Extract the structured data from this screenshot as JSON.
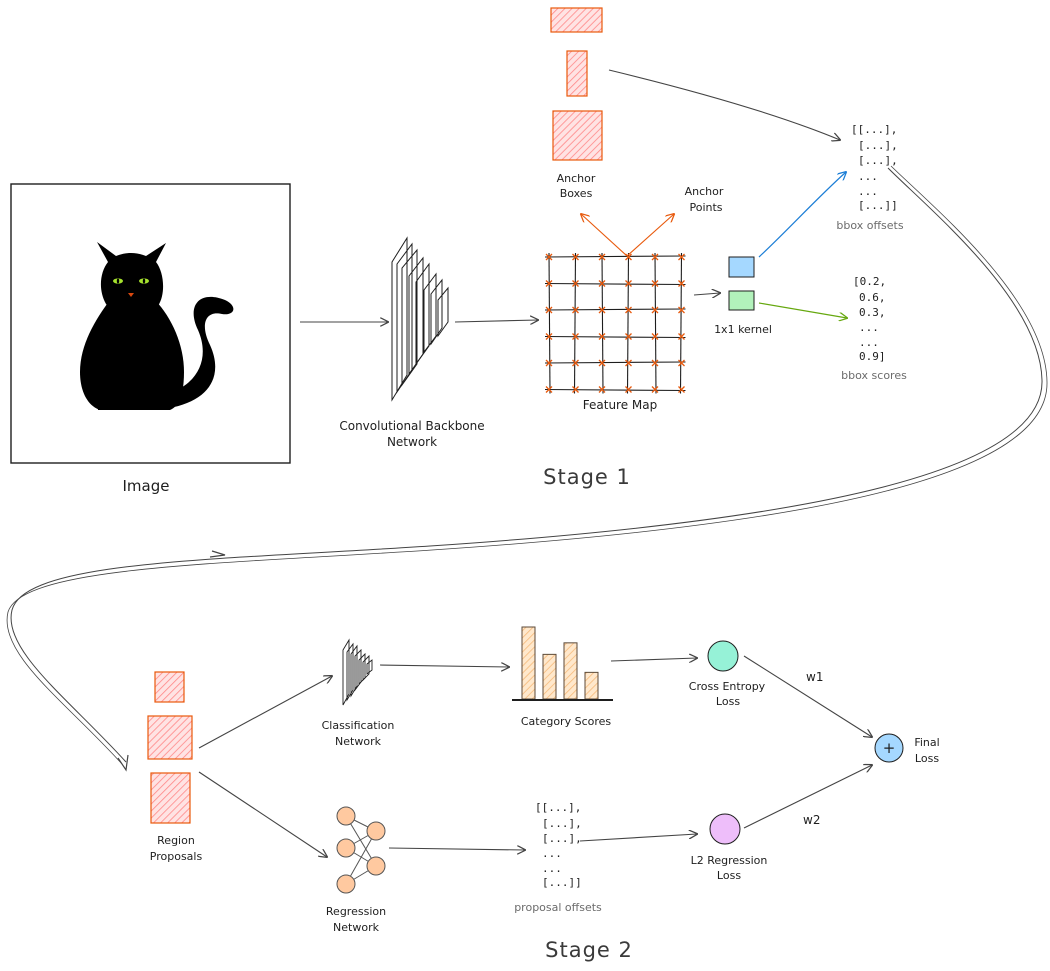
{
  "image_label": "Image",
  "backbone_label": [
    "Convolutional Backbone",
    "Network"
  ],
  "feature_map_label": "Feature Map",
  "anchor_boxes_label": [
    "Anchor",
    "Boxes"
  ],
  "anchor_points_label": [
    "Anchor",
    "Points"
  ],
  "kernel_label": "1x1 kernel",
  "bbox_offsets_lines": [
    "[[...],",
    "[...],",
    "[...],",
    "...",
    "...",
    "[...]]"
  ],
  "bbox_offsets_caption": "bbox offsets",
  "bbox_scores_lines": [
    "[0.2,",
    "0.6,",
    "0.3,",
    "...",
    "...",
    "0.9]"
  ],
  "bbox_scores_caption": "bbox scores",
  "stage1_label": "Stage 1",
  "stage2_label": "Stage 2",
  "region_proposals_label": [
    "Region",
    "Proposals"
  ],
  "classification_label": [
    "Classification",
    "Network"
  ],
  "regression_label": [
    "Regression",
    "Network"
  ],
  "category_scores_label": "Category Scores",
  "category_scores": [
    1.0,
    0.62,
    0.78,
    0.37
  ],
  "proposal_offsets_lines": [
    "[[...],",
    "[...],",
    "[...],",
    "...",
    "...",
    "[...]]"
  ],
  "proposal_offsets_caption": "proposal offsets",
  "cross_entropy_label": [
    "Cross Entropy",
    "Loss"
  ],
  "l2_label": [
    "L2 Regression",
    "Loss"
  ],
  "w1_label": "w1",
  "w2_label": "w2",
  "final_loss_label": [
    "Final",
    "Loss"
  ],
  "plus_symbol": "+",
  "colors": {
    "anchor_red": "#e8590c",
    "kernel_blue": "#a5d8ff",
    "kernel_green": "#b2f2bb",
    "arrow_teal": "#1c7ed6",
    "arrow_green": "#66a80f",
    "cross_entropy": "#96f2d7",
    "l2_loss": "#eebefa",
    "final_loss": "#a5d8ff",
    "bars": "#ffd8a8"
  }
}
